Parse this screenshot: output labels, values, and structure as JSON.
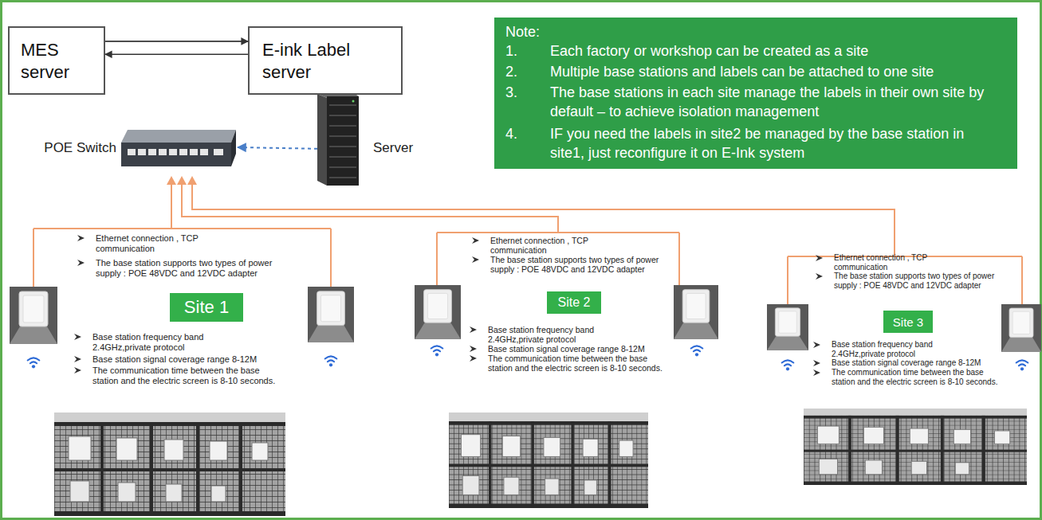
{
  "diagram": {
    "nodes": [
      {
        "text": [
          "MES server"
        ]
      },
      {
        "text": [
          "E-ink Label server"
        ]
      },
      {
        "text": [
          "POE Switch"
        ]
      },
      {
        "text": [
          "Server"
        ]
      },
      {
        "text": [
          "Note:",
          "1.",
          "Each factory or workshop can be created as a site",
          "2.",
          "Multiple base stations and labels can be attached to one site",
          "3.",
          "The base stations in each site manage the labels in their own site by default – to achieve isolation management",
          "4.",
          "IF you need the labels in site2 be managed by the base station in site1, just reconfigure it on E-Ink system"
        ]
      },
      {
        "text": [
          "Site 1"
        ]
      },
      {
        "text": [
          "Site 2"
        ]
      },
      {
        "text": [
          "Site 3"
        ]
      }
    ],
    "edges": [
      {
        "from": 0,
        "to": 1,
        "arrow": "to"
      },
      {
        "from": 1,
        "to": 0,
        "arrow": "to"
      },
      {
        "from": 3,
        "to": 2,
        "arrow": "to"
      }
    ],
    "labels": [
      "Ethernet connection , TCP communication",
      "The base station supports two types of power supply : POE 48VDC and 12VDC adapter",
      "Base station frequency band 2.4GHz,private protocol",
      "Base station signal coverage range 8-12M",
      "The communication time between the base station and the electric screen is 8-10 seconds.",
      "Ethernet connection , TCP communication",
      "The base station supports two types of power supply : POE 48VDC and 12VDC adapter",
      "Base station frequency band 2.4GHz,private protocol",
      "Base station signal coverage range 8-12M",
      "The communication time between the base station and the electric screen is 8-10 seconds.",
      "Ethernet connection , TCP communication",
      "The base station supports two types of power supply : POE 48VDC and 12VDC adapter",
      "Base station frequency band 2.4GHz,private protocol",
      "Base station signal coverage range 8-12M",
      "The communication time between the base station and the electric screen is 8-10 seconds."
    ]
  }
}
